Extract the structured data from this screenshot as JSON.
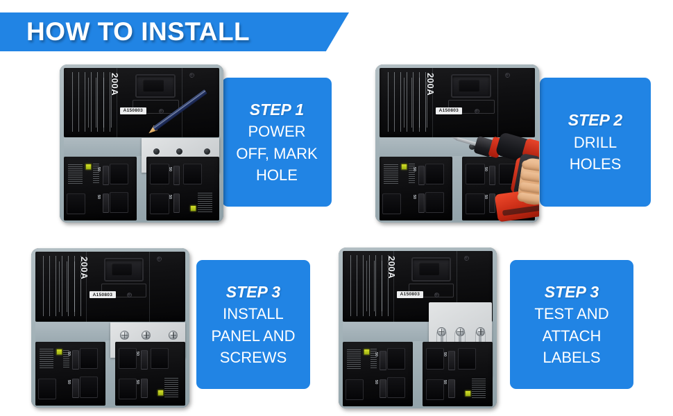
{
  "header": {
    "title": "HOW TO INSTALL",
    "banner_color": "#2184e4"
  },
  "theme": {
    "accent": "#2184e4",
    "text_on_accent": "#ffffff",
    "page_background": "#ffffff"
  },
  "steps": [
    {
      "kicker": "STEP 1",
      "desc_lines": [
        "POWER",
        "OFF, MARK",
        "HOLE"
      ],
      "photo": {
        "alt": "Electrical breaker panel with a pencil marking a mounting hole on the gray plate",
        "breaker_rating": "200A",
        "serial_label": "A150803",
        "branch_amp_labels": [
          "50",
          "50",
          "50",
          "50"
        ],
        "tool": "pencil",
        "plate_state": "placed-unfastened",
        "hole_count": 4
      }
    },
    {
      "kicker": "STEP 2",
      "desc_lines": [
        "DRILL",
        "HOLES"
      ],
      "photo": {
        "alt": "Cordless drill boring mounting holes into the breaker panel deadfront",
        "breaker_rating": "200A",
        "serial_label": "A150803",
        "branch_amp_labels": [
          "50",
          "50",
          "50",
          "50"
        ],
        "tool": "cordless-drill",
        "plate_state": "removed",
        "hole_count": 4
      }
    },
    {
      "kicker": "STEP 3",
      "desc_lines": [
        "INSTALL",
        "PANEL AND",
        "SCREWS"
      ],
      "photo": {
        "alt": "Gray interlock plate fastened to the panel with four screws",
        "breaker_rating": "200A",
        "serial_label": "A150803",
        "branch_amp_labels": [
          "50",
          "50",
          "50",
          "50"
        ],
        "tool": "none",
        "plate_state": "installed-screwed",
        "screw_count": 4
      }
    },
    {
      "kicker": "STEP 3",
      "desc_lines": [
        "TEST AND",
        "ATTACH",
        "LABELS"
      ],
      "photo": {
        "alt": "Interlock plate with slide bars and labels attached over the breaker panel",
        "breaker_rating": "200A",
        "serial_label": "A150803",
        "branch_amp_labels": [
          "50",
          "50",
          "50",
          "50"
        ],
        "tool": "none",
        "plate_state": "installed-with-slides",
        "screw_count": 4,
        "slide_bar_count": 3
      }
    }
  ]
}
